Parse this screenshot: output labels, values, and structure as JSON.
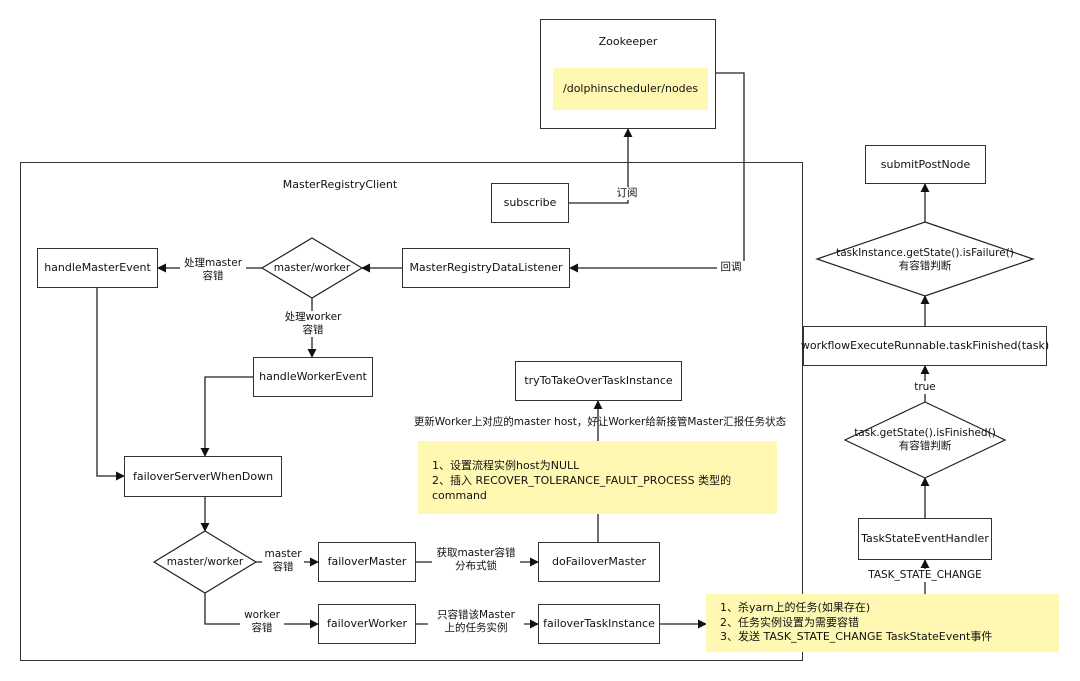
{
  "zookeeper": {
    "title": "Zookeeper",
    "path_note": "/dolphinscheduler/nodes"
  },
  "master_registry_client": {
    "title": "MasterRegistryClient",
    "subscribe": "subscribe",
    "subscribe_label": "订阅",
    "callback_label": "回调",
    "data_listener": "MasterRegistryDataListener",
    "decision_top": "master/worker",
    "handle_master_event": "handleMasterEvent",
    "master_failover_label": [
      "处理master",
      "容错"
    ],
    "worker_failover_label": [
      "处理worker",
      "容错"
    ],
    "handle_worker_event": "handleWorkerEvent",
    "failover_server_when_down": "failoverServerWhenDown",
    "decision_bottom": "master/worker",
    "master_branch_label": [
      "master",
      "容错"
    ],
    "worker_branch_label": [
      "worker",
      "容错"
    ],
    "failover_master": "failoverMaster",
    "failover_worker": "failoverWorker",
    "lock_label": [
      "获取master容错",
      "分布式锁"
    ],
    "only_master_label": [
      "只容错该Master",
      "上的任务实例"
    ],
    "do_failover_master": "doFailoverMaster",
    "failover_task_instance": "failoverTaskInstance",
    "process_note": [
      "1、设置流程实例host为NULL",
      "2、插入 RECOVER_TOLERANCE_FAULT_PROCESS 类型的command"
    ],
    "update_worker_label": "更新Worker上对应的master host，好让Worker给新接管Master汇报任务状态",
    "try_take_over": "tryToTakeOverTaskInstance"
  },
  "task_note": [
    "1、杀yarn上的任务(如果存在)",
    "2、任务实例设置为需要容错",
    "3、发送 TASK_STATE_CHANGE TaskStateEvent事件"
  ],
  "right_flow": {
    "submit_post_node": "submitPostNode",
    "failure_check": [
      "taskInstance.getState().isFailure()",
      "有容错判断"
    ],
    "task_finished": "workflowExecuteRunnable.taskFinished(task)",
    "true_label": "true",
    "finished_check": [
      "task.getState().isFinished()",
      "有容错判断"
    ],
    "task_state_event_handler": "TaskStateEventHandler",
    "task_state_change": "TASK_STATE_CHANGE"
  }
}
